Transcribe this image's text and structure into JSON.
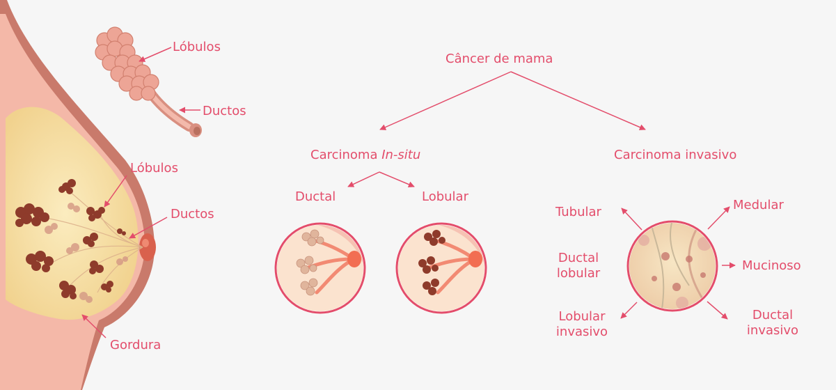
{
  "colors": {
    "accent": "#e34d6b",
    "background": "#f6f6f6",
    "skin": "#f0a89a",
    "fat": "#f6df9e",
    "lobule": "#8e3b2b",
    "nipple": "#d9614d"
  },
  "anatomy": {
    "top_lobulos": "Lóbulos",
    "top_ductos": "Ductos",
    "breast_lobulos": "Lóbulos",
    "breast_ductos": "Ductos",
    "gordura": "Gordura"
  },
  "tree": {
    "root": "Câncer de mama",
    "insitu_prefix": "Carcinoma ",
    "insitu_italic": "In-situ",
    "invasive": "Carcinoma invasivo",
    "insitu_children": [
      "Ductal",
      "Lobular"
    ],
    "invasive_types": {
      "tubular": "Tubular",
      "medular": "Medular",
      "ductal_lobular": [
        "Ductal",
        "lobular"
      ],
      "mucinoso": "Mucinoso",
      "lobular_invasivo": [
        "Lobular",
        "invasivo"
      ],
      "ductal_invasivo": [
        "Ductal",
        "invasivo"
      ]
    }
  }
}
